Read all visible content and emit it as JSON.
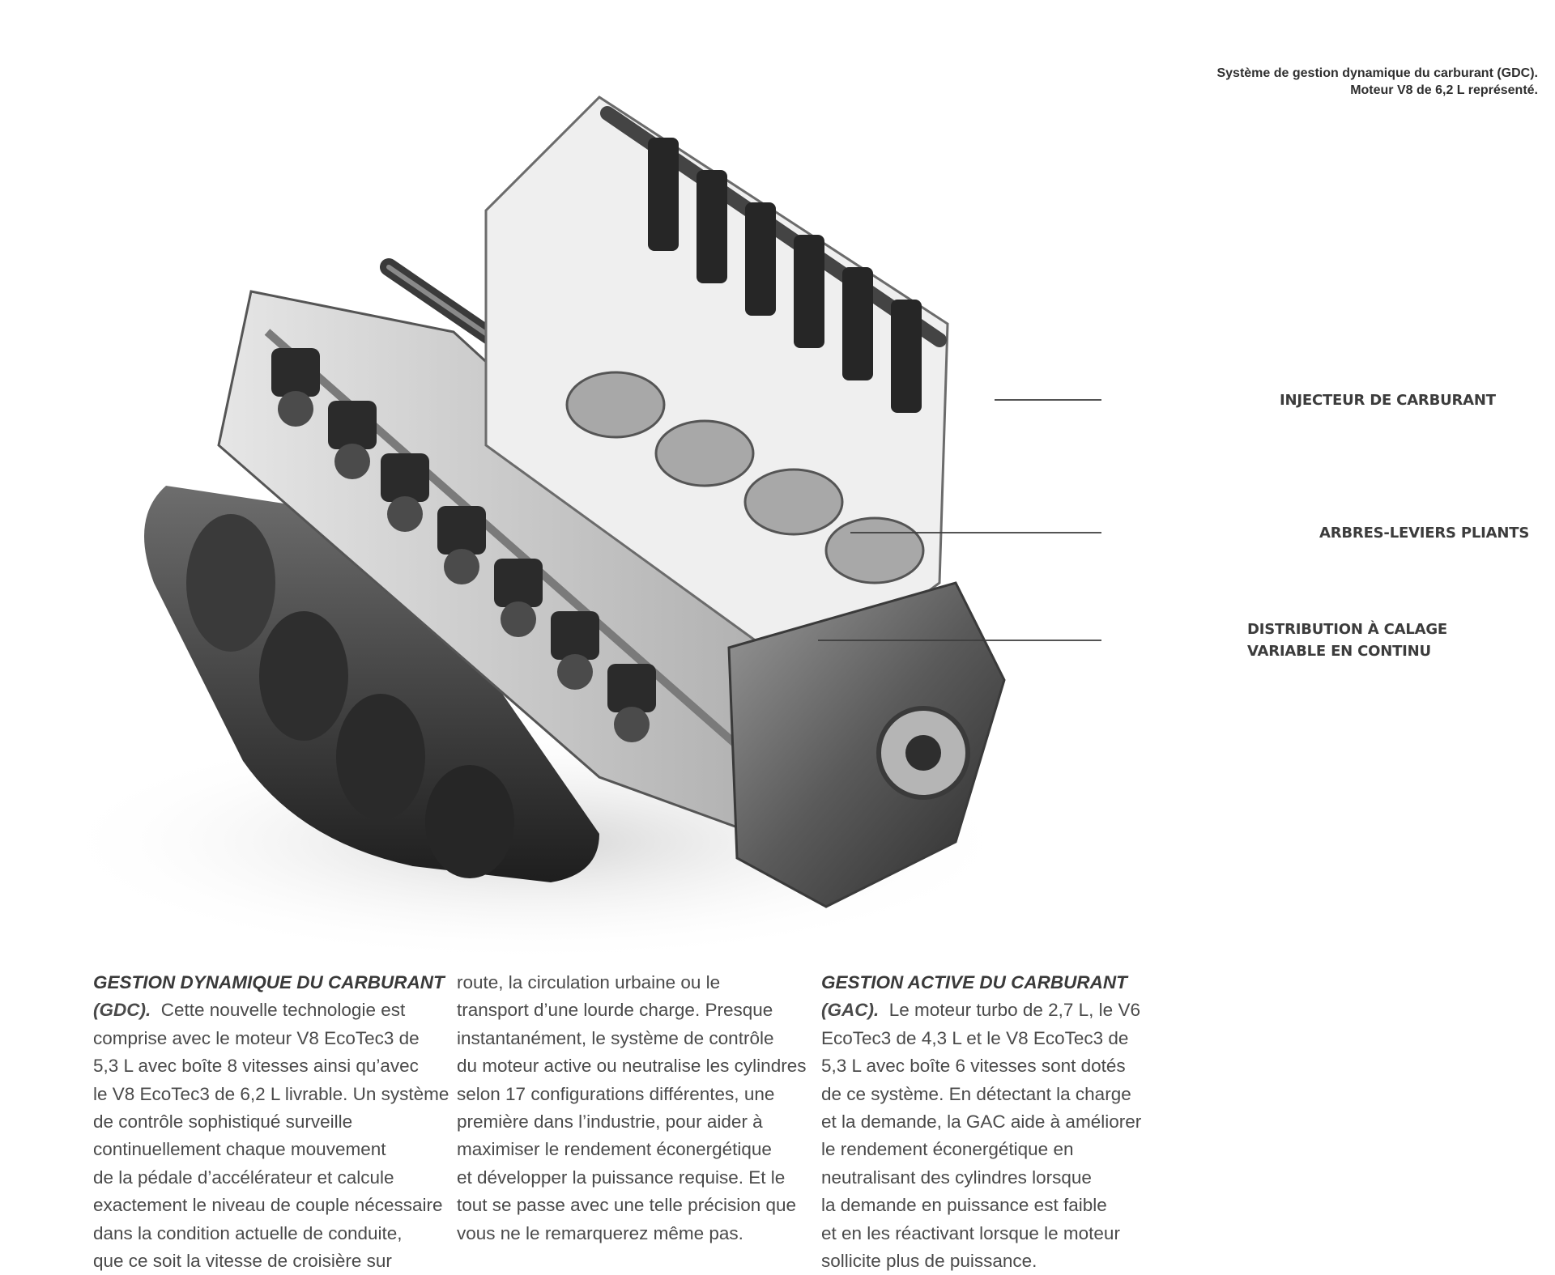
{
  "caption": {
    "line1": "Système de gestion dynamique du carburant (GDC).",
    "line2": "Moteur V8 de 6,2 L représenté."
  },
  "figure": {
    "subject": "Cutaway V8 engine illustration",
    "colors": {
      "background": "#ffffff",
      "metal_dark": "#2c2c2c",
      "metal_mid": "#7a7a7a",
      "metal_light": "#cfcfcf",
      "leader_line": "#3c3c3c"
    }
  },
  "callouts": {
    "injector": {
      "lines": [
        "INJECTEUR DE CARBURANT"
      ]
    },
    "rocker": {
      "lines": [
        "ARBRES-LEVIERS PLIANTS"
      ]
    },
    "timing": {
      "lines": [
        "DISTRIBUTION À CALAGE",
        "VARIABLE EN CONTINU"
      ]
    }
  },
  "columns": [
    {
      "heading_lines": [
        "GESTION DYNAMIQUE DU CARBURANT",
        "(GDC)."
      ],
      "lines": [
        "Cette nouvelle technologie est",
        "comprise avec le moteur V8 EcoTec3 de",
        "5,3 L avec boîte 8 vitesses ainsi qu’avec",
        "le V8 EcoTec3 de 6,2 L livrable. Un système",
        "de contrôle sophistiqué surveille",
        "continuellement chaque mouvement",
        "de la pédale d’accélérateur et calcule",
        "exactement le niveau de couple nécessaire",
        "dans la condition actuelle de conduite,",
        "que ce soit la vitesse de croisière sur"
      ]
    },
    {
      "heading_lines": [],
      "lines": [
        "route, la circulation urbaine ou le",
        "transport d’une lourde charge. Presque",
        "instantanément, le système de contrôle",
        "du moteur active ou neutralise les cylindres",
        "selon 17 configurations différentes, une",
        "première dans l’industrie, pour aider à",
        "maximiser le rendement éconergétique",
        "et développer la puissance requise. Et le",
        "tout se passe avec une telle précision que",
        "vous ne le remarquerez même pas."
      ]
    },
    {
      "heading_lines": [
        "GESTION ACTIVE DU CARBURANT",
        "(GAC)."
      ],
      "lines": [
        "Le moteur turbo de 2,7 L, le V6",
        "EcoTec3 de 4,3 L et le V8 EcoTec3 de",
        "5,3 L avec boîte 6 vitesses sont dotés",
        "de ce système. En détectant la charge",
        "et la demande, la GAC aide à améliorer",
        "le rendement éconergétique en",
        "neutralisant des cylindres lorsque",
        "la demande en puissance est faible",
        "et en les réactivant lorsque le moteur",
        "sollicite plus de puissance."
      ]
    }
  ]
}
